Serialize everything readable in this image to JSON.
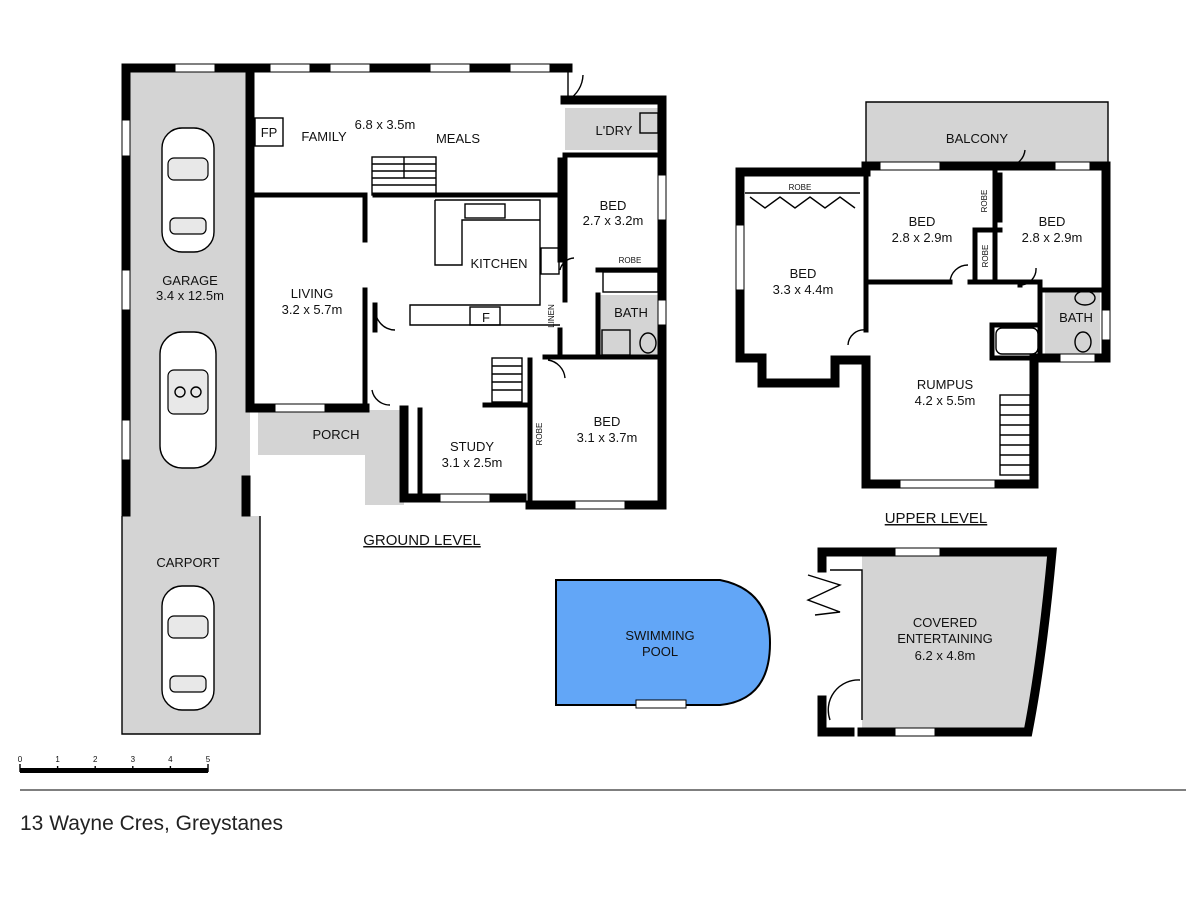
{
  "rooms": {
    "fp": "FP",
    "family": "FAMILY",
    "family_size": "6.8 x 3.5m",
    "meals": "MEALS",
    "laundry": "L'DRY",
    "bed_1": "BED",
    "bed_1_size": "2.7 x 3.2m",
    "robe": "ROBE",
    "kitchen": "KITCHEN",
    "fridge": "F",
    "linen": "LINEN",
    "bath": "BATH",
    "garage": "GARAGE",
    "garage_size": "3.4 x 12.5m",
    "living": "LIVING",
    "living_size": "3.2 x 5.7m",
    "porch": "PORCH",
    "study": "STUDY",
    "study_size": "3.1 x 2.5m",
    "bed_2": "BED",
    "bed_2_size": "3.1 x 3.7m",
    "carport": "CARPORT",
    "pool_line1": "SWIMMING",
    "pool_line2": "POOL",
    "balcony": "BALCONY",
    "bed_3": "BED",
    "bed_3_size": "3.3 x 4.4m",
    "bed_4": "BED",
    "bed_4_size": "2.8 x 2.9m",
    "bed_5": "BED",
    "bed_5_size": "2.8 x 2.9m",
    "rumpus": "RUMPUS",
    "rumpus_size": "4.2 x 5.5m",
    "entertaining_line1": "COVERED",
    "entertaining_line2": "ENTERTAINING",
    "entertaining_size": "6.2 x 4.8m"
  },
  "levels": {
    "ground": "GROUND LEVEL",
    "upper": "UPPER LEVEL"
  },
  "scale": {
    "ticks": [
      "0",
      "1",
      "2",
      "3",
      "4",
      "5"
    ]
  },
  "address": "13 Wayne Cres, Greystanes",
  "colors": {
    "pool": "#62a6f7",
    "paving": "#d4d4d4",
    "wall": "#000000"
  }
}
